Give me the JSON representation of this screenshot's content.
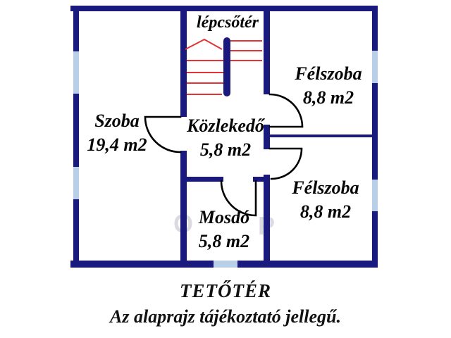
{
  "plan": {
    "colors": {
      "wall": "#1a1a7e",
      "window": "#b9cfe8",
      "stairs": "#e23434",
      "door": "#000000"
    },
    "rooms": {
      "lepcsoter": {
        "label": "lépcsőtér"
      },
      "felszoba_top": {
        "label": "Félszoba",
        "area": "8,8 m2"
      },
      "szoba": {
        "label": "Szoba",
        "area": "19,4 m2"
      },
      "kozlekedo": {
        "label": "Közlekedő",
        "area": "5,8 m2"
      },
      "felszoba_bottom": {
        "label": "Félszoba",
        "area": "8,8 m2"
      },
      "mosdo": {
        "label": "Mosdó",
        "area": "5,8 m2"
      }
    },
    "captions": {
      "title": "TETŐTÉR",
      "subtitle": "Az alaprajz tájékoztató jellegű."
    },
    "watermark": {
      "left": "O",
      "right": "P"
    }
  }
}
